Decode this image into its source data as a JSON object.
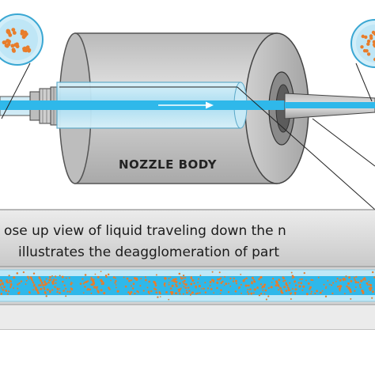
{
  "diagram": {
    "nozzle_label": "NOZZLE BODY",
    "caption_line1": "ose up view of liquid traveling down the n",
    "caption_line2": "illustrates the deagglomeration of part",
    "colors": {
      "nozzle_body": "#c6c6c6",
      "nozzle_dark": "#7a7a7a",
      "tube_blue": "#2fb8ea",
      "tube_glass": "#bfe8f7",
      "particle_orange": "#e87d2b",
      "panel_gray": "#d9d9d9",
      "outline": "#333333"
    }
  }
}
